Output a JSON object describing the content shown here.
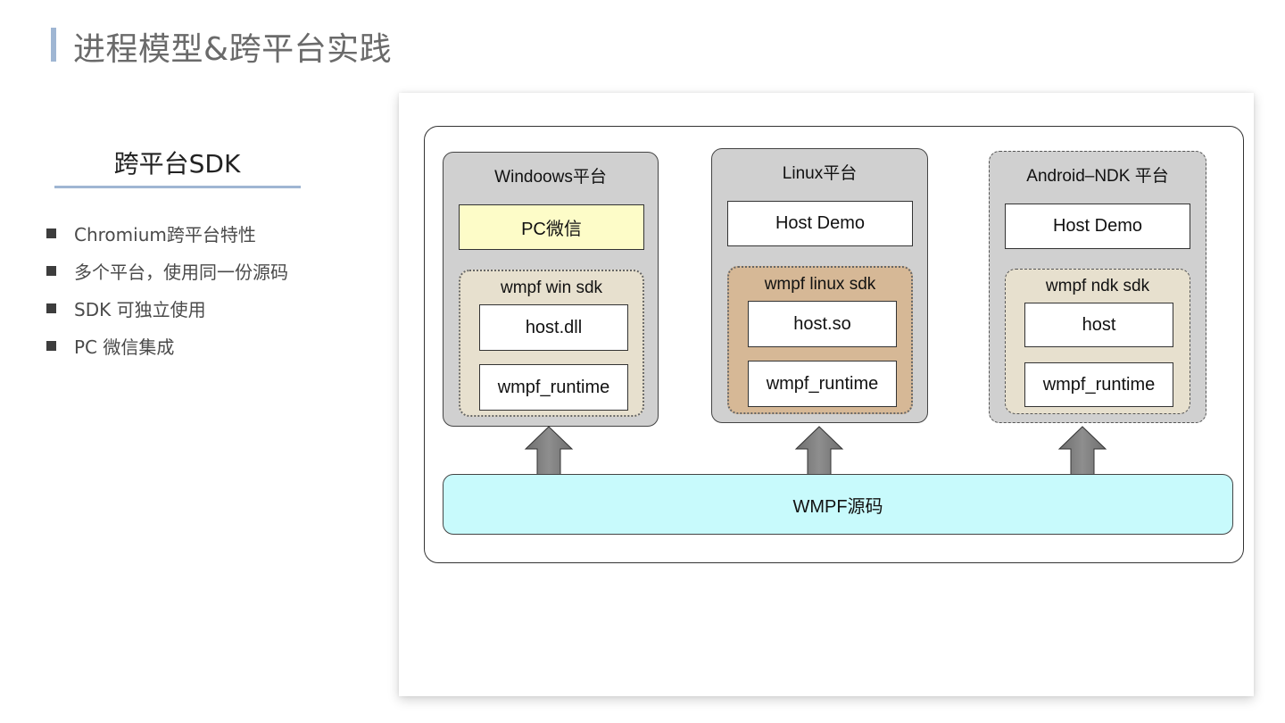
{
  "header": {
    "title": "进程模型&跨平台实践",
    "accent_color": "#9fb6d3"
  },
  "sidebar": {
    "section_title": "跨平台SDK",
    "bullets": [
      "Chromium跨平台特性",
      "多个平台，使用同一份源码",
      "SDK 可独立使用",
      "PC 微信集成"
    ]
  },
  "diagram": {
    "platforms": [
      {
        "title": "Windoows平台",
        "app": "PC微信",
        "sdk_title": "wmpf win sdk",
        "modules": [
          "host.dll",
          "wmpf_runtime"
        ]
      },
      {
        "title": "Linux平台",
        "app": "Host Demo",
        "sdk_title": "wmpf linux sdk",
        "modules": [
          "host.so",
          "wmpf_runtime"
        ]
      },
      {
        "title": "Android–NDK 平台",
        "app": "Host Demo",
        "sdk_title": "wmpf ndk sdk",
        "modules": [
          "host",
          "wmpf_runtime"
        ]
      }
    ],
    "source": "WMPF源码",
    "colors": {
      "platform_bg": "#d0d0d0",
      "app_highlight": "#fdfcc8",
      "sdk_beige": "#e7e0ce",
      "sdk_tan": "#d6b896",
      "source_bg": "#c8fafc",
      "arrow": "#808080"
    }
  }
}
